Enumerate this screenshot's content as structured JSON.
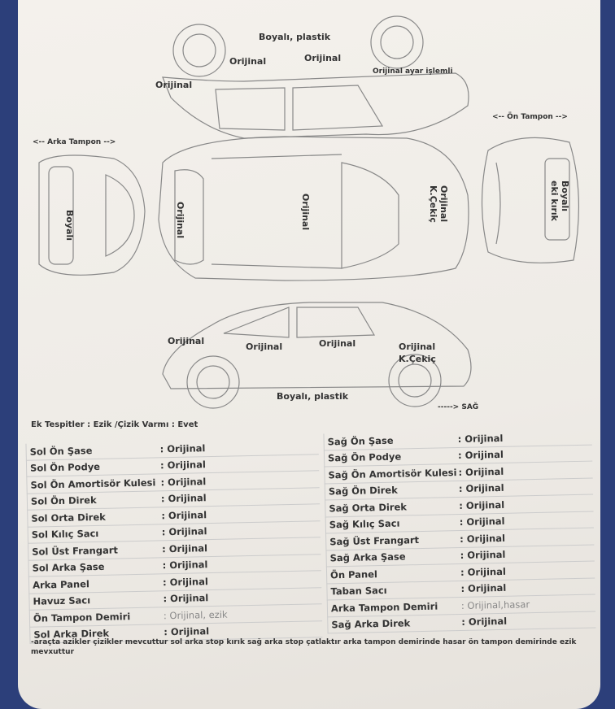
{
  "diagram": {
    "top_view": {
      "roof": "Boyalı, plastik",
      "rear_door": "Orijinal",
      "front_door": "Orijinal",
      "trunk": "Orijinal",
      "fender": "Orijinal ayar işlemli"
    },
    "rear_bumper_label": "<-- Arka Tampon -->",
    "front_bumper_label": "<-- Ön Tampon -->",
    "rear_view": "Boyalı",
    "middle": {
      "rear": "Orijinal",
      "roof": "Orijinal",
      "hood": "Orijinal",
      "hood_note": "K.Çekiç"
    },
    "front_view": {
      "line1": "Boyalı",
      "line2": "eki kırık"
    },
    "side_view": {
      "rear": "Orijinal",
      "rear_door": "Orijinal",
      "front_door": "Orijinal",
      "front": "Orijinal",
      "front_note": "K.Çekiç",
      "bottom": "Boyalı, plastik"
    },
    "right_label": "-----> SAĞ"
  },
  "header": "Ek Tespitler : Ezik /Çizik Varmı : Evet",
  "left_table": [
    {
      "k": "Sol Ön Şase",
      "v": ": Orijinal"
    },
    {
      "k": "Sol Ön Podye",
      "v": ": Orijinal"
    },
    {
      "k": "Sol Ön Amortisör Kulesi",
      "v": ": Orijinal"
    },
    {
      "k": "Sol Ön Direk",
      "v": ": Orijinal"
    },
    {
      "k": "Sol Orta Direk",
      "v": ": Orijinal"
    },
    {
      "k": "Sol Kılıç Sacı",
      "v": ": Orijinal"
    },
    {
      "k": "Sol Üst Frangart",
      "v": ": Orijinal"
    },
    {
      "k": "Sol Arka Şase",
      "v": ": Orijinal"
    },
    {
      "k": "Arka Panel",
      "v": ": Orijinal"
    },
    {
      "k": "Havuz Sacı",
      "v": ": Orijinal"
    },
    {
      "k": "Ön Tampon Demiri",
      "v": ": Orijinal, ezik"
    },
    {
      "k": "Sol Arka Direk",
      "v": ": Orijinal"
    }
  ],
  "right_table": [
    {
      "k": "Sağ Ön Şase",
      "v": ": Orijinal"
    },
    {
      "k": "Sağ Ön Podye",
      "v": ": Orijinal"
    },
    {
      "k": "Sağ Ön Amortisör Kulesi",
      "v": ": Orijinal"
    },
    {
      "k": "Sağ Ön Direk",
      "v": ": Orijinal"
    },
    {
      "k": "Sağ Orta Direk",
      "v": ": Orijinal"
    },
    {
      "k": "Sağ Kılıç Sacı",
      "v": ": Orijinal"
    },
    {
      "k": "Sağ Üst Frangart",
      "v": ": Orijinal"
    },
    {
      "k": "Sağ Arka Şase",
      "v": ": Orijinal"
    },
    {
      "k": "Ön Panel",
      "v": ": Orijinal"
    },
    {
      "k": "Taban Sacı",
      "v": ": Orijinal"
    },
    {
      "k": "Arka Tampon Demiri",
      "v": ": Orijinal,hasar"
    },
    {
      "k": "Sağ Arka Direk",
      "v": ": Orijinal"
    }
  ],
  "note": "-araçta azikler çizikler mevcuttur sol arka stop kırık sağ arka stop çatlaktır arka tampon demirinde hasar ön tampon demirinde ezik mevxuttur"
}
